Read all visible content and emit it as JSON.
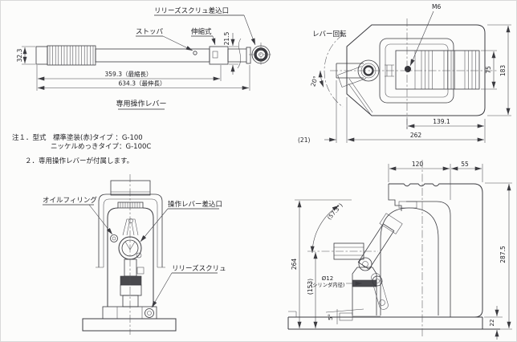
{
  "lever_view": {
    "title": "専用操作レバー",
    "label_release_port": "リリーズスクリュ差込口",
    "label_stopper": "ストッパ",
    "label_telescopic": "伸縮式",
    "dim_grip_width": "32.3",
    "dim_tube_dia": "21.5",
    "dim_retracted": "359.3（最縮長）",
    "dim_extended": "634.3（最伸長）"
  },
  "notes": {
    "line1": "注１．型式　標準塗装(赤)タイプ ：G-100",
    "line2": "ニッケルめっきタイプ：G-100C",
    "line3": "２．専用操作レバーが付属します。"
  },
  "plan_view": {
    "label_m6": "M6",
    "label_lever_rotation": "レバー回転",
    "dim_rotation_angle": "20°",
    "dim_saddle_width": "75",
    "dim_body_width": "183",
    "dim_reach": "139.1",
    "dim_length": "262",
    "dim_socket_offset": "(21)"
  },
  "front_view": {
    "label_oil_filling": "オイルフィリング",
    "label_lever_socket": "操作レバー差込口",
    "label_release_screw": "リリーズスクリュ"
  },
  "side_view": {
    "dim_toe_depth": "120",
    "dim_back": "55",
    "dim_total_height": "287.5",
    "dim_lever_height": "264",
    "dim_socket_height": "(153)",
    "dim_lever_angle": "(57.3°)",
    "dim_base_tilt": "5°",
    "dim_toe_height": "22",
    "label_cylinder_dia": "Ø12",
    "label_cylinder_note": "(シリンダ内径)"
  }
}
